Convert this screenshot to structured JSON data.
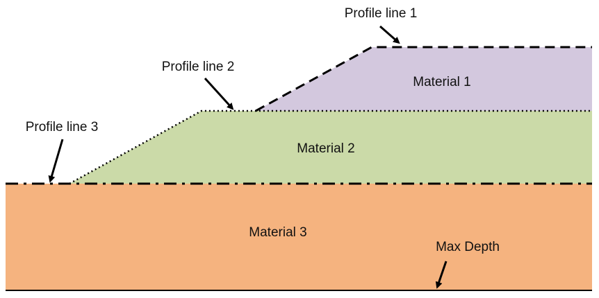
{
  "diagram": {
    "materials": [
      {
        "id": "material-1",
        "label": "Material 1",
        "color": "#d3c8de"
      },
      {
        "id": "material-2",
        "label": "Material 2",
        "color": "#cbdaa8"
      },
      {
        "id": "material-3",
        "label": "Material 3",
        "color": "#f5b37f"
      }
    ],
    "profile_lines": [
      {
        "id": "profile-line-1",
        "label": "Profile line 1",
        "style": "dashed"
      },
      {
        "id": "profile-line-2",
        "label": "Profile line 2",
        "style": "dotted"
      },
      {
        "id": "profile-line-3",
        "label": "Profile line 3",
        "style": "dash-dot"
      }
    ],
    "max_depth_label": "Max Depth",
    "line_color": "#000000"
  }
}
